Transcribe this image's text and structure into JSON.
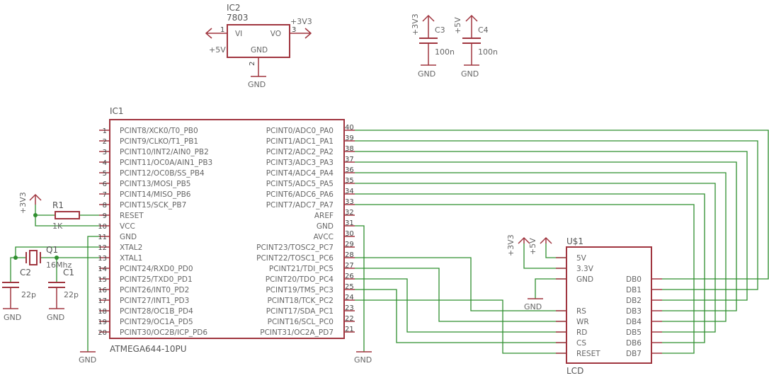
{
  "ic1": {
    "name": "IC1",
    "value": "ATMEGA644-10PU",
    "left_pins": [
      {
        "num": "1",
        "label": "PCINT8/XCK0/T0_PB0"
      },
      {
        "num": "2",
        "label": "PCINT9/CLKO/T1_PB1"
      },
      {
        "num": "3",
        "label": "PCINT10/INT2/AIN0_PB2"
      },
      {
        "num": "4",
        "label": "PCINT11/OC0A/AIN1_PB3"
      },
      {
        "num": "5",
        "label": "PCINT12/OC0B/SS_PB4"
      },
      {
        "num": "6",
        "label": "PCINT13/MOSI_PB5"
      },
      {
        "num": "7",
        "label": "PCINT14/MISO_PB6"
      },
      {
        "num": "8",
        "label": "PCINT15/SCK_PB7"
      },
      {
        "num": "9",
        "label": "RESET"
      },
      {
        "num": "10",
        "label": "VCC"
      },
      {
        "num": "11",
        "label": "GND"
      },
      {
        "num": "12",
        "label": "XTAL2"
      },
      {
        "num": "13",
        "label": "XTAL1"
      },
      {
        "num": "14",
        "label": "PCINT24/RXD0_PD0"
      },
      {
        "num": "15",
        "label": "PCINT25/TXD0_PD1"
      },
      {
        "num": "16",
        "label": "PCINT26/INT0_PD2"
      },
      {
        "num": "17",
        "label": "PCINT27/INT1_PD3"
      },
      {
        "num": "18",
        "label": "PCINT28/OC1B_PD4"
      },
      {
        "num": "19",
        "label": "PCINT29/OC1A_PD5"
      },
      {
        "num": "20",
        "label": "PCINT30/OC2B/ICP_PD6"
      }
    ],
    "right_pins": [
      {
        "num": "40",
        "label": "PCINT0/ADC0_PA0"
      },
      {
        "num": "39",
        "label": "PCINT1/ADC1_PA1"
      },
      {
        "num": "38",
        "label": "PCINT2/ADC2_PA2"
      },
      {
        "num": "37",
        "label": "PCINT3/ADC3_PA3"
      },
      {
        "num": "36",
        "label": "PCINT4/ADC4_PA4"
      },
      {
        "num": "35",
        "label": "PCINT5/ADC5_PA5"
      },
      {
        "num": "34",
        "label": "PCINT6/ADC6_PA6"
      },
      {
        "num": "33",
        "label": "PCINT7/ADC7_PA7"
      },
      {
        "num": "32",
        "label": "AREF"
      },
      {
        "num": "31",
        "label": "GND"
      },
      {
        "num": "30",
        "label": "AVCC"
      },
      {
        "num": "29",
        "label": "PCINT23/TOSC2_PC7"
      },
      {
        "num": "28",
        "label": "PCINT22/TOSC1_PC6"
      },
      {
        "num": "27",
        "label": "PCINT21/TDI_PC5"
      },
      {
        "num": "26",
        "label": "PCINT20/TDO_PC4"
      },
      {
        "num": "25",
        "label": "PCINT19/TMS_PC3"
      },
      {
        "num": "24",
        "label": "PCINT18/TCK_PC2"
      },
      {
        "num": "23",
        "label": "PCINT17/SDA_PC1"
      },
      {
        "num": "22",
        "label": "PCINT16/SCL_PC0"
      },
      {
        "num": "21",
        "label": "PCINT31/OC2A_PD7"
      }
    ]
  },
  "ic2": {
    "name": "IC2",
    "value": "7803",
    "pin_vi": "VI",
    "pin_vo": "VO",
    "pin_gnd": "GND",
    "pin1": "1",
    "pin2": "2",
    "pin3": "3",
    "in_label": "+5V",
    "out_label": "+3V3"
  },
  "lcd": {
    "name": "U$1",
    "value": "LCD",
    "left_pins": [
      "5V",
      "3.3V",
      "GND",
      "RS",
      "WR",
      "RD",
      "CS",
      "RESET"
    ],
    "right_pins": [
      "DB0",
      "DB1",
      "DB2",
      "DB3",
      "DB4",
      "DB5",
      "DB6",
      "DB7"
    ]
  },
  "r1": {
    "name": "R1",
    "value": "1K"
  },
  "q1": {
    "name": "Q1",
    "value": "16Mhz"
  },
  "c1": {
    "name": "C1",
    "value": "22p"
  },
  "c2": {
    "name": "C2",
    "value": "22p"
  },
  "c3": {
    "name": "C3",
    "value": "100n"
  },
  "c4": {
    "name": "C4",
    "value": "100n"
  },
  "supply": {
    "p3v3": "+3V3",
    "p5v": "+5V",
    "gnd": "GND"
  }
}
